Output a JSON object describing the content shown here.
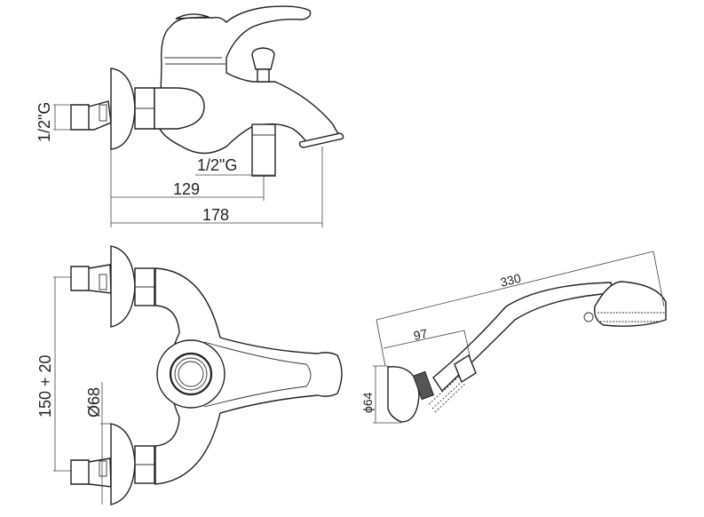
{
  "side_view": {
    "inlet_thread": "1/2\"G",
    "outlet_thread": "1/2\"G",
    "dim_outlet": "129",
    "dim_overall": "178"
  },
  "top_view": {
    "dim_centers": "150 + 20",
    "dim_escutcheon": "Ø68"
  },
  "hand_shower": {
    "dim_length": "330",
    "dim_holder": "97",
    "dim_holder_dia": "ϕ64"
  }
}
